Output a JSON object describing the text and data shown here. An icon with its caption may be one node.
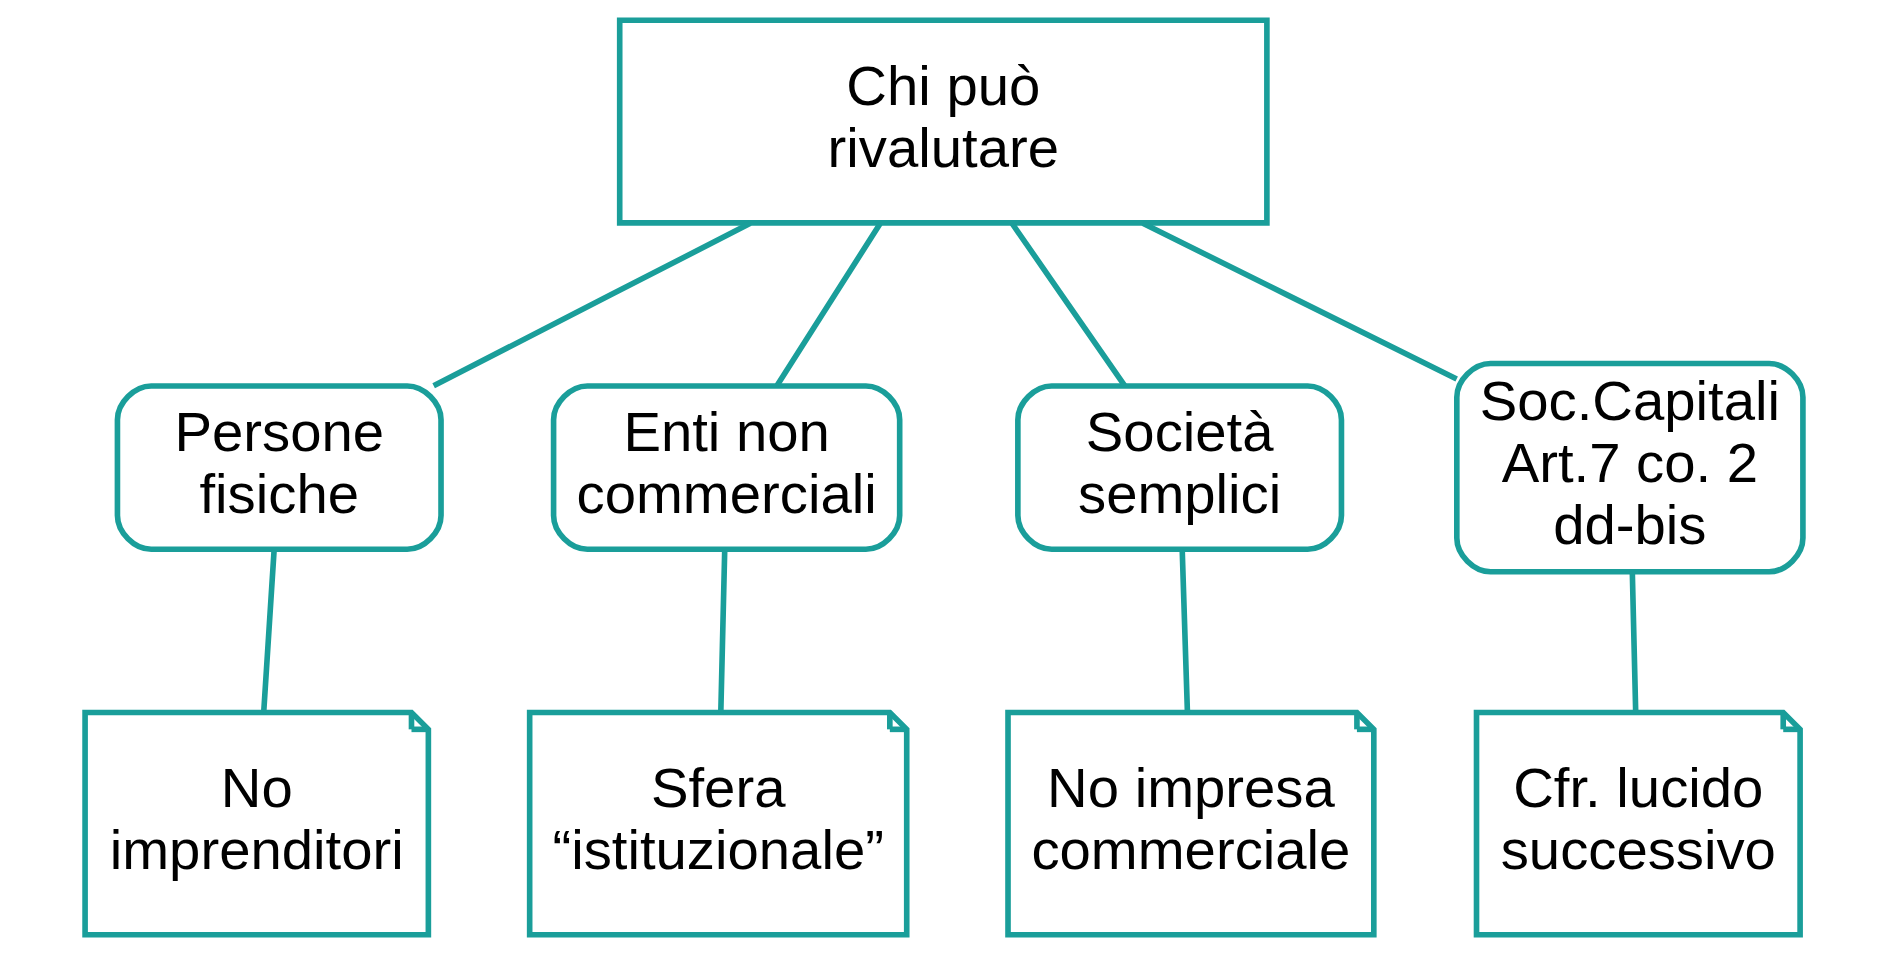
{
  "diagram": {
    "nodes": [
      {
        "text": [
          "Chi può rivalutare"
        ]
      },
      {
        "text": [
          "Persone fisiche"
        ]
      },
      {
        "text": [
          "Enti non commerciali"
        ]
      },
      {
        "text": [
          "Società semplici"
        ]
      },
      {
        "text": [
          "Soc.Capitali Art.7 co. 2 dd-bis"
        ]
      },
      {
        "text": [
          "No imprenditori"
        ]
      },
      {
        "text": [
          "Sfera “istituzionale”"
        ]
      },
      {
        "text": [
          "No impresa commerciale"
        ]
      },
      {
        "text": [
          "Cfr. lucido successivo"
        ]
      }
    ],
    "edges": [
      {
        "from": 0,
        "to": 1,
        "arrow": "none"
      },
      {
        "from": 0,
        "to": 2,
        "arrow": "none"
      },
      {
        "from": 0,
        "to": 3,
        "arrow": "none"
      },
      {
        "from": 0,
        "to": 4,
        "arrow": "none"
      },
      {
        "from": 1,
        "to": 5,
        "arrow": "none"
      },
      {
        "from": 2,
        "to": 6,
        "arrow": "none"
      },
      {
        "from": 3,
        "to": 7,
        "arrow": "none"
      },
      {
        "from": 4,
        "to": 8,
        "arrow": "none"
      }
    ]
  }
}
